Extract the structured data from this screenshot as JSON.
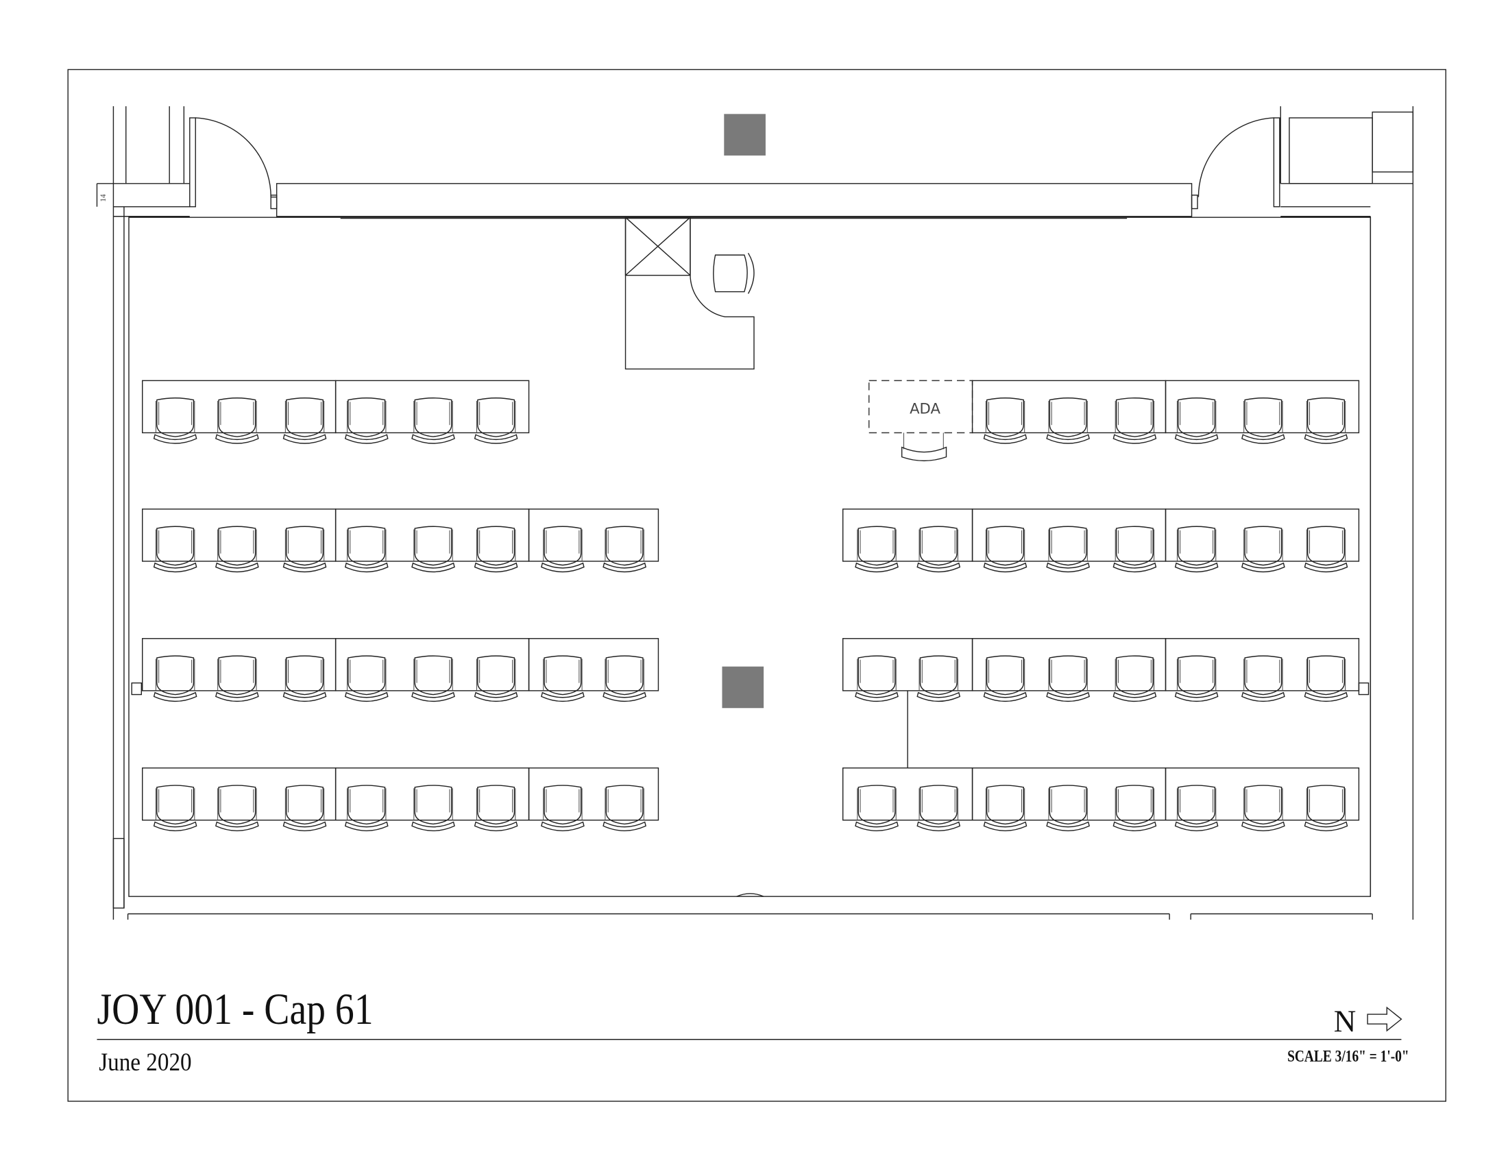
{
  "title": "JOY 001 - Cap 61",
  "date": "June 2020",
  "north_label": "N",
  "scale_label": "SCALE 3/16\" = 1'-0\"",
  "ada_label": "ADA",
  "wall_tag": "14",
  "seating": {
    "left_rows_seats": [
      6,
      8,
      8,
      8
    ],
    "right_rows_seats": [
      6,
      8,
      8,
      8
    ],
    "ada_seats": 1
  },
  "colors": {
    "column": "#7a7a7a",
    "line": "#222222"
  }
}
